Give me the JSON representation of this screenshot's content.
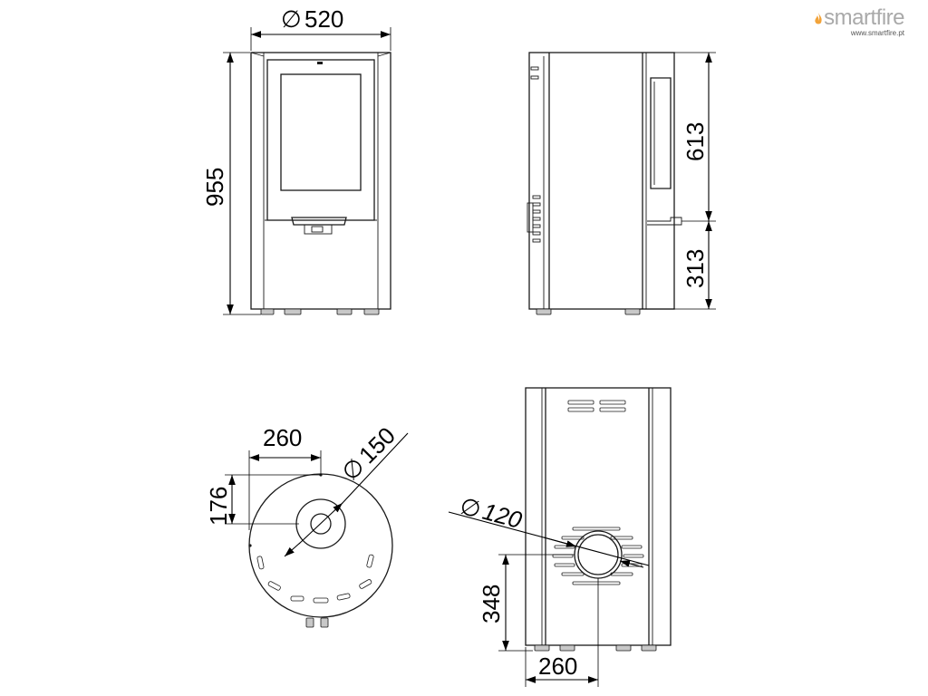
{
  "brand": {
    "name": "smartfire",
    "url": "www.smartfire.pt",
    "colors": {
      "flame": "#f2a33a",
      "text": "#a9a9a9"
    }
  },
  "dimensions": {
    "front_width": "520",
    "total_height": "955",
    "side_upper": "613",
    "side_lower": "313",
    "top_x": "260",
    "top_y": "176",
    "top_flue": "150",
    "rear_flue": "120",
    "rear_height": "348",
    "rear_x": "260"
  },
  "symbols": {
    "diameter": "∅"
  }
}
